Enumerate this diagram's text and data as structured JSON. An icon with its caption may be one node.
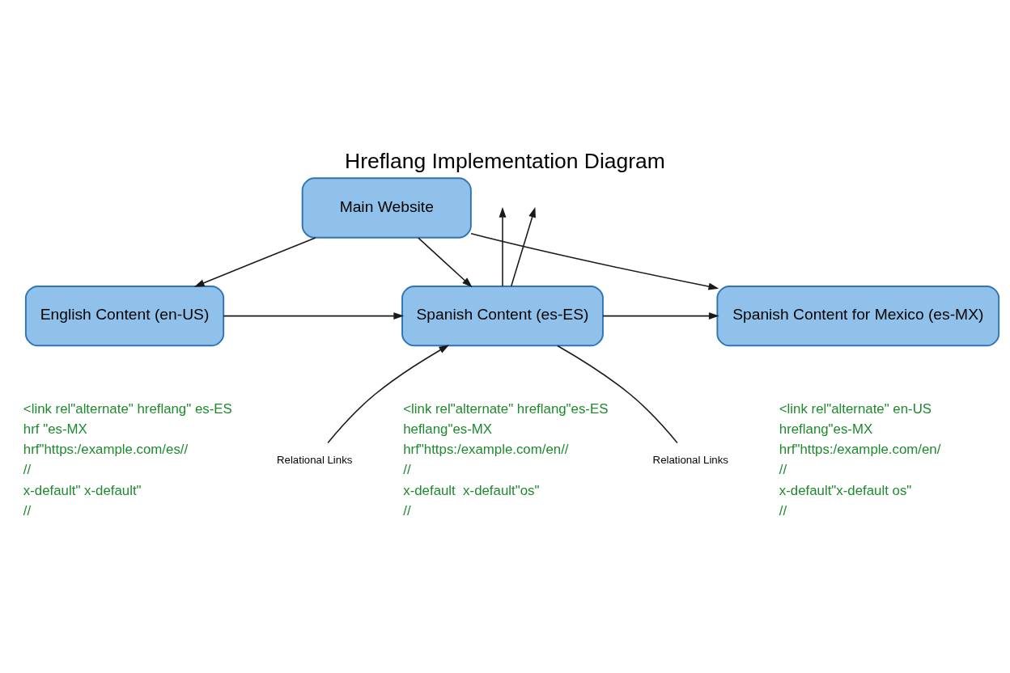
{
  "diagram": {
    "title": "Hreflang Implementation Diagram",
    "nodes": [
      {
        "text": [
          "Main Website"
        ]
      },
      {
        "text": [
          "English Content (en-US)"
        ],
        "beside": [
          "<link rel\"alternate\" hreflang\" es-ES",
          "hrf \"es-MX",
          "hrf\"https:/example.com/es//",
          "//",
          "x-default\" x-default\"",
          "//"
        ]
      },
      {
        "text": [
          "Spanish Content (es-ES)"
        ],
        "beside": [
          "<link rel\"alternate\" hreflang\"es-ES",
          "heflang\"es-MX",
          "hrf\"https:/example.com/en//",
          "//",
          "x-default  x-default\"os\"",
          "//"
        ]
      },
      {
        "text": [
          "Spanish Content for Mexico (es-MX)"
        ],
        "beside": [
          "<link rel\"alternate\" en-US",
          "hreflang\"es-MX",
          "hrf\"https:/example.com/en/",
          "//",
          "x-default\"x-default os\"",
          "//"
        ]
      },
      {
        "text": [
          "Relational Links"
        ]
      },
      {
        "text": [
          "Relational Links"
        ]
      }
    ],
    "edges": [
      {
        "from": 0,
        "to": 1,
        "arrow": "to"
      },
      {
        "from": 0,
        "to": 2,
        "arrow": "to"
      },
      {
        "from": 0,
        "to": 3,
        "arrow": "to"
      },
      {
        "from": 1,
        "to": 2,
        "arrow": "to"
      },
      {
        "from": 2,
        "to": 3,
        "arrow": "to"
      },
      {
        "from": 4,
        "to": 2,
        "arrow": "to"
      },
      {
        "from": 2,
        "to": null,
        "arrow": "to"
      },
      {
        "from": 2,
        "to": null,
        "arrow": "to"
      },
      {
        "from": 2,
        "to": 5,
        "arrow": "none"
      }
    ]
  }
}
